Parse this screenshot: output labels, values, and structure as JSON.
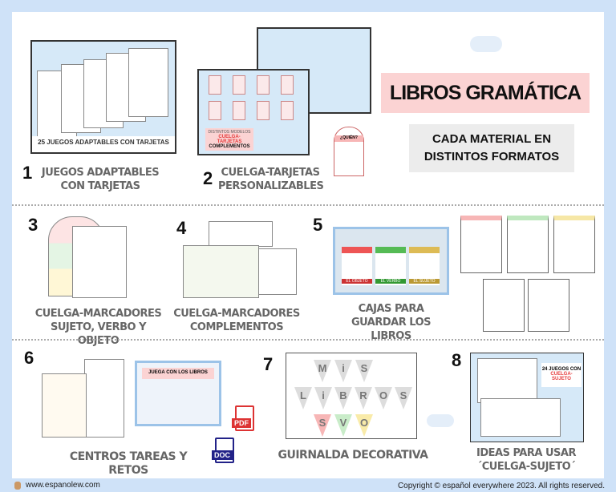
{
  "title": "LIBROS GRAMÁTICA",
  "subtitle": "CADA MATERIAL EN DISTINTOS FORMATOS",
  "items": [
    {
      "number": "1",
      "caption": "JUEGOS ADAPTABLES CON TARJETAS",
      "thumb_text": "25 JUEGOS ADAPTABLES CON TARJETAS"
    },
    {
      "number": "2",
      "caption": "CUELGA-TARJETAS PERSONALIZABLES",
      "thumb_text": [
        "DISTINTOS MODELOS",
        "CUELGA-TARJETAS",
        "COMPLEMENTOS"
      ],
      "tag_text": "¿QUIÉN?"
    },
    {
      "number": "3",
      "caption": "CUELGA-MARCADORES SUJETO, VERBO Y OBJETO"
    },
    {
      "number": "4",
      "caption": "CUELGA-MARCADORES COMPLEMENTOS"
    },
    {
      "number": "5",
      "caption": "CAJAS PARA GUARDAR LOS LIBROS",
      "box_labels": [
        "EL OBJETO",
        "EL VERBO",
        "EL SUJETO"
      ]
    },
    {
      "number": "6",
      "caption": "CENTROS TAREAS Y RETOS",
      "thumb_text": "JUEGA CON LOS LIBROS",
      "files": [
        "PDF",
        "DOC"
      ]
    },
    {
      "number": "7",
      "caption": "GUIRNALDA DECORATIVA",
      "banner": [
        "M",
        "i",
        "S",
        "L",
        "i",
        "B",
        "R",
        "O",
        "S",
        "S",
        "V",
        "O"
      ]
    },
    {
      "number": "8",
      "caption": "IDEAS PARA USAR ´CUELGA-SUJETO´",
      "thumb_text": [
        "24 JUEGOS CON",
        "CUELGA-SUJETO"
      ]
    }
  ],
  "footer": {
    "website": "www.espanolew.com",
    "copyright": "Copyright © español everywhere 2023. All rights reserved."
  },
  "colors": {
    "background": "#cfe2f8",
    "title_bg": "#fbd3d3",
    "subtitle_bg": "#ececec",
    "accent": "#e53a3a"
  }
}
